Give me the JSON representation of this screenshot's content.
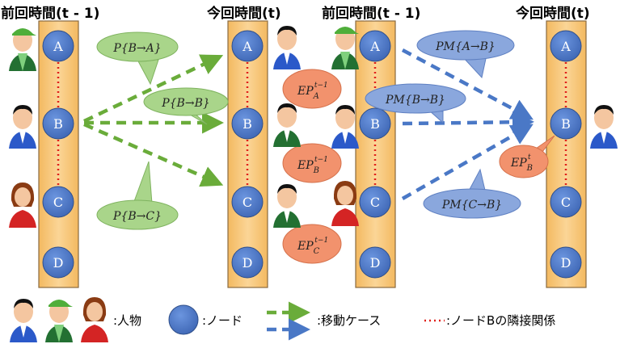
{
  "headers": {
    "prev_1": "前回時間(t - 1)",
    "now_1": "今回時間(t)",
    "prev_2": "前回時間(t - 1)",
    "now_2": "今回時間(t)"
  },
  "nodes": {
    "a": "A",
    "b": "B",
    "c": "C",
    "d": "D"
  },
  "bubbles": {
    "p_ba": "P{B→A}",
    "p_bb": "P{B→B}",
    "p_bc": "P{B→C}",
    "ep_a_base": "EP",
    "ep_a_sub": "A",
    "ep_a_sup": "t−1",
    "ep_b_base": "EP",
    "ep_b_sub": "B",
    "ep_b_sup": "t−1",
    "ep_c_base": "EP",
    "ep_c_sub": "C",
    "ep_c_sup": "t−1",
    "pm_ab": "PM{A→B}",
    "pm_bb": "PM{B→B}",
    "pm_cb": "PM{C→B}",
    "ep_t_base": "EP",
    "ep_t_sub": "B",
    "ep_t_sup": "t"
  },
  "legend": {
    "person": ":人物",
    "node": ":ノード",
    "move": ":移動ケース",
    "adj": ":ノードBの隣接関係"
  },
  "colors": {
    "column": "#f7c777",
    "node": "#4472c4",
    "green_arrow": "#6aac3a",
    "blue_arrow": "#4a78c6",
    "dotted": "#e0211b",
    "green_bubble": "#a9d58a",
    "blue_bubble": "#8aa7dd",
    "salmon_bubble": "#f2926d"
  }
}
